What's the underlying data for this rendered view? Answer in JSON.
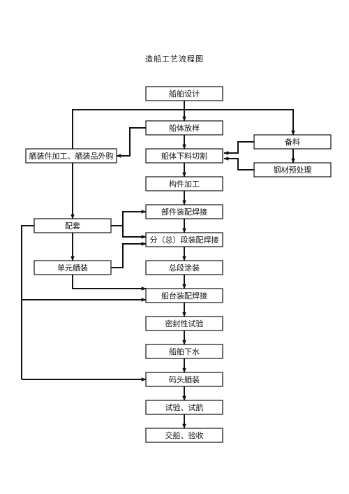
{
  "title": "造船工艺流程图",
  "nodes": {
    "design": "船舶设计",
    "lofting": "船体放样",
    "outfit_fab": "舾装件加工、舾装品外购",
    "cutting": "船体下料切割",
    "material_prep": "备料",
    "steel_pretreat": "钢材预处理",
    "component": "构件加工",
    "part_weld": "部件装配焊接",
    "kitting": "配套",
    "block_weld": "分（总）段装配焊接",
    "unit_outfit": "单元舾装",
    "block_paint": "总段涂装",
    "berth_weld": "船台装配焊接",
    "seal_test": "密封性试验",
    "launch": "船舶下水",
    "quay_outfit": "码头舾装",
    "trials": "试验、试航",
    "delivery": "交船、验收"
  }
}
